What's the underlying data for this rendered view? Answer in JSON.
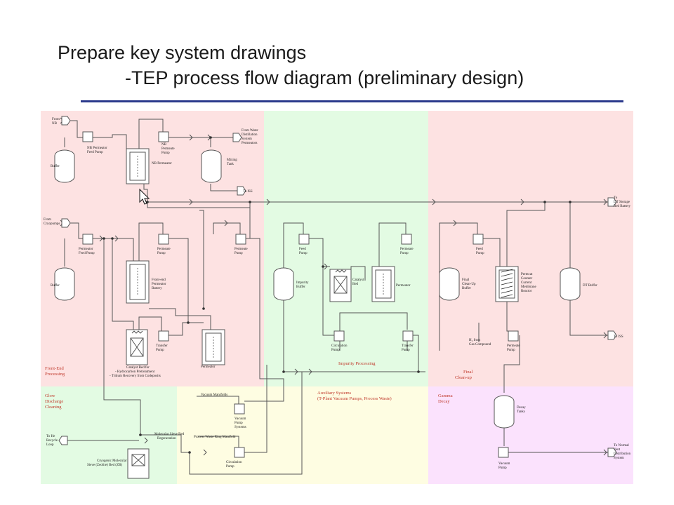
{
  "title": {
    "line1": "Prepare key system drawings",
    "line2": "-TEP process flow diagram (preliminary design)"
  },
  "colors": {
    "title_rule": "#2b3a8c",
    "pink_zone": "#fde2e2",
    "green_zone": "#e3fbe3",
    "yellow_zone": "#fefde2",
    "magenta_zone": "#fbe2fd",
    "section_text": "#c0392b",
    "line": "#555555"
  },
  "sections": {
    "front_end": [
      "Front-End",
      "Processing"
    ],
    "impurity": "Impurity Processing",
    "final_cleanup": [
      "Final",
      "Clean-up"
    ],
    "glow": [
      "Glow",
      "Discharge",
      "Cleaning"
    ],
    "auxiliary": [
      "Auxiliary Systems",
      "(T-Plant Vacuum Pumps, Process Waste)"
    ],
    "gamma": [
      "Gamma",
      "Decay"
    ]
  },
  "labels": {
    "from_nb": [
      "From",
      "NB"
    ],
    "nb_permeator_feed_pump": [
      "NB Permeator",
      "Feed Pump"
    ],
    "buffer1": "Buffer",
    "nb_permeate_pump": [
      "NB",
      "Permeate",
      "Pump"
    ],
    "nb_permeator": "NB Permeator",
    "from_water": [
      "From Water",
      "Distillation",
      "System",
      "Permeators"
    ],
    "mixing_tank": [
      "Mixing",
      "Tank"
    ],
    "to_iss_1": "To ISS",
    "to_dt_storage": [
      "To",
      "DT Storage",
      "Bed Battery"
    ],
    "from_cryopumps": [
      "From",
      "Cryopumps"
    ],
    "permeator_feed_pump": [
      "Permeator",
      "Feed Pump"
    ],
    "permeate_pump_1": [
      "Permeate",
      "Pump"
    ],
    "permeate_pump_2": [
      "Permeate",
      "Pump"
    ],
    "feed_pump_1": [
      "Feed",
      "Pump"
    ],
    "permeate_pump_3": [
      "Permeate",
      "Pump"
    ],
    "feed_pump_2": [
      "Feed",
      "Pump"
    ],
    "buffer2": "Buffer",
    "front_end_permeator_battery": [
      "Front-end",
      "Permeator",
      "Battery"
    ],
    "impurity_buffer": [
      "Impurity",
      "Buffer"
    ],
    "catalyst_bed": [
      "Catalyst",
      "Bed"
    ],
    "permeator_imp": "Permeator",
    "final_cleanup_buffer": [
      "Final",
      "Clean-Up",
      "Buffer"
    ],
    "pcm_reactor": [
      "Permcat",
      "Counter",
      "Current",
      "Membrane",
      "Reactor"
    ],
    "dt_buffer": "DT Buffer",
    "transfer_pump_1": [
      "Transfer",
      "Pump"
    ],
    "circulation_pump_1": [
      "Circulation",
      "Pump"
    ],
    "transfer_pump_2": [
      "Transfer",
      "Pump"
    ],
    "h2_from_gas": [
      "H₂ from",
      "Gas Compound"
    ],
    "permeate_pump_4": [
      "Permeate",
      "Pump"
    ],
    "to_iss_2": "To ISS",
    "catalyst_bed_for": [
      "Catalyst Bed for",
      "- Hydrocarbon Pretreatment",
      "- Tritium Recovery from Codeposits"
    ],
    "permeator_fe": "Permeator",
    "vacuum_manifolds": "Vacuum Manifolds",
    "vacuum_pump_systems": [
      "Vacuum",
      "Pump",
      "Systems"
    ],
    "decay_tanks": [
      "Decay",
      "Tanks"
    ],
    "to_he_recycle": [
      "To He",
      "Recycle",
      "Loop"
    ],
    "molecular_sieve_regen": [
      "Molecular Sieve Bed",
      "Regeneration"
    ],
    "process_waste_ring": "Process Waste Ring Manifold",
    "cryogenic_msb": [
      "Cryogenic Molecular",
      "Sieve (Zeolite) Bed (ZB)"
    ],
    "circulation_pump_2": [
      "Circulation",
      "Pump"
    ],
    "vacuum_pump_gamma": [
      "Vacuum",
      "Pump"
    ],
    "to_normal_vent": [
      "To Normal",
      "Vent",
      "Distribution",
      "System"
    ]
  }
}
